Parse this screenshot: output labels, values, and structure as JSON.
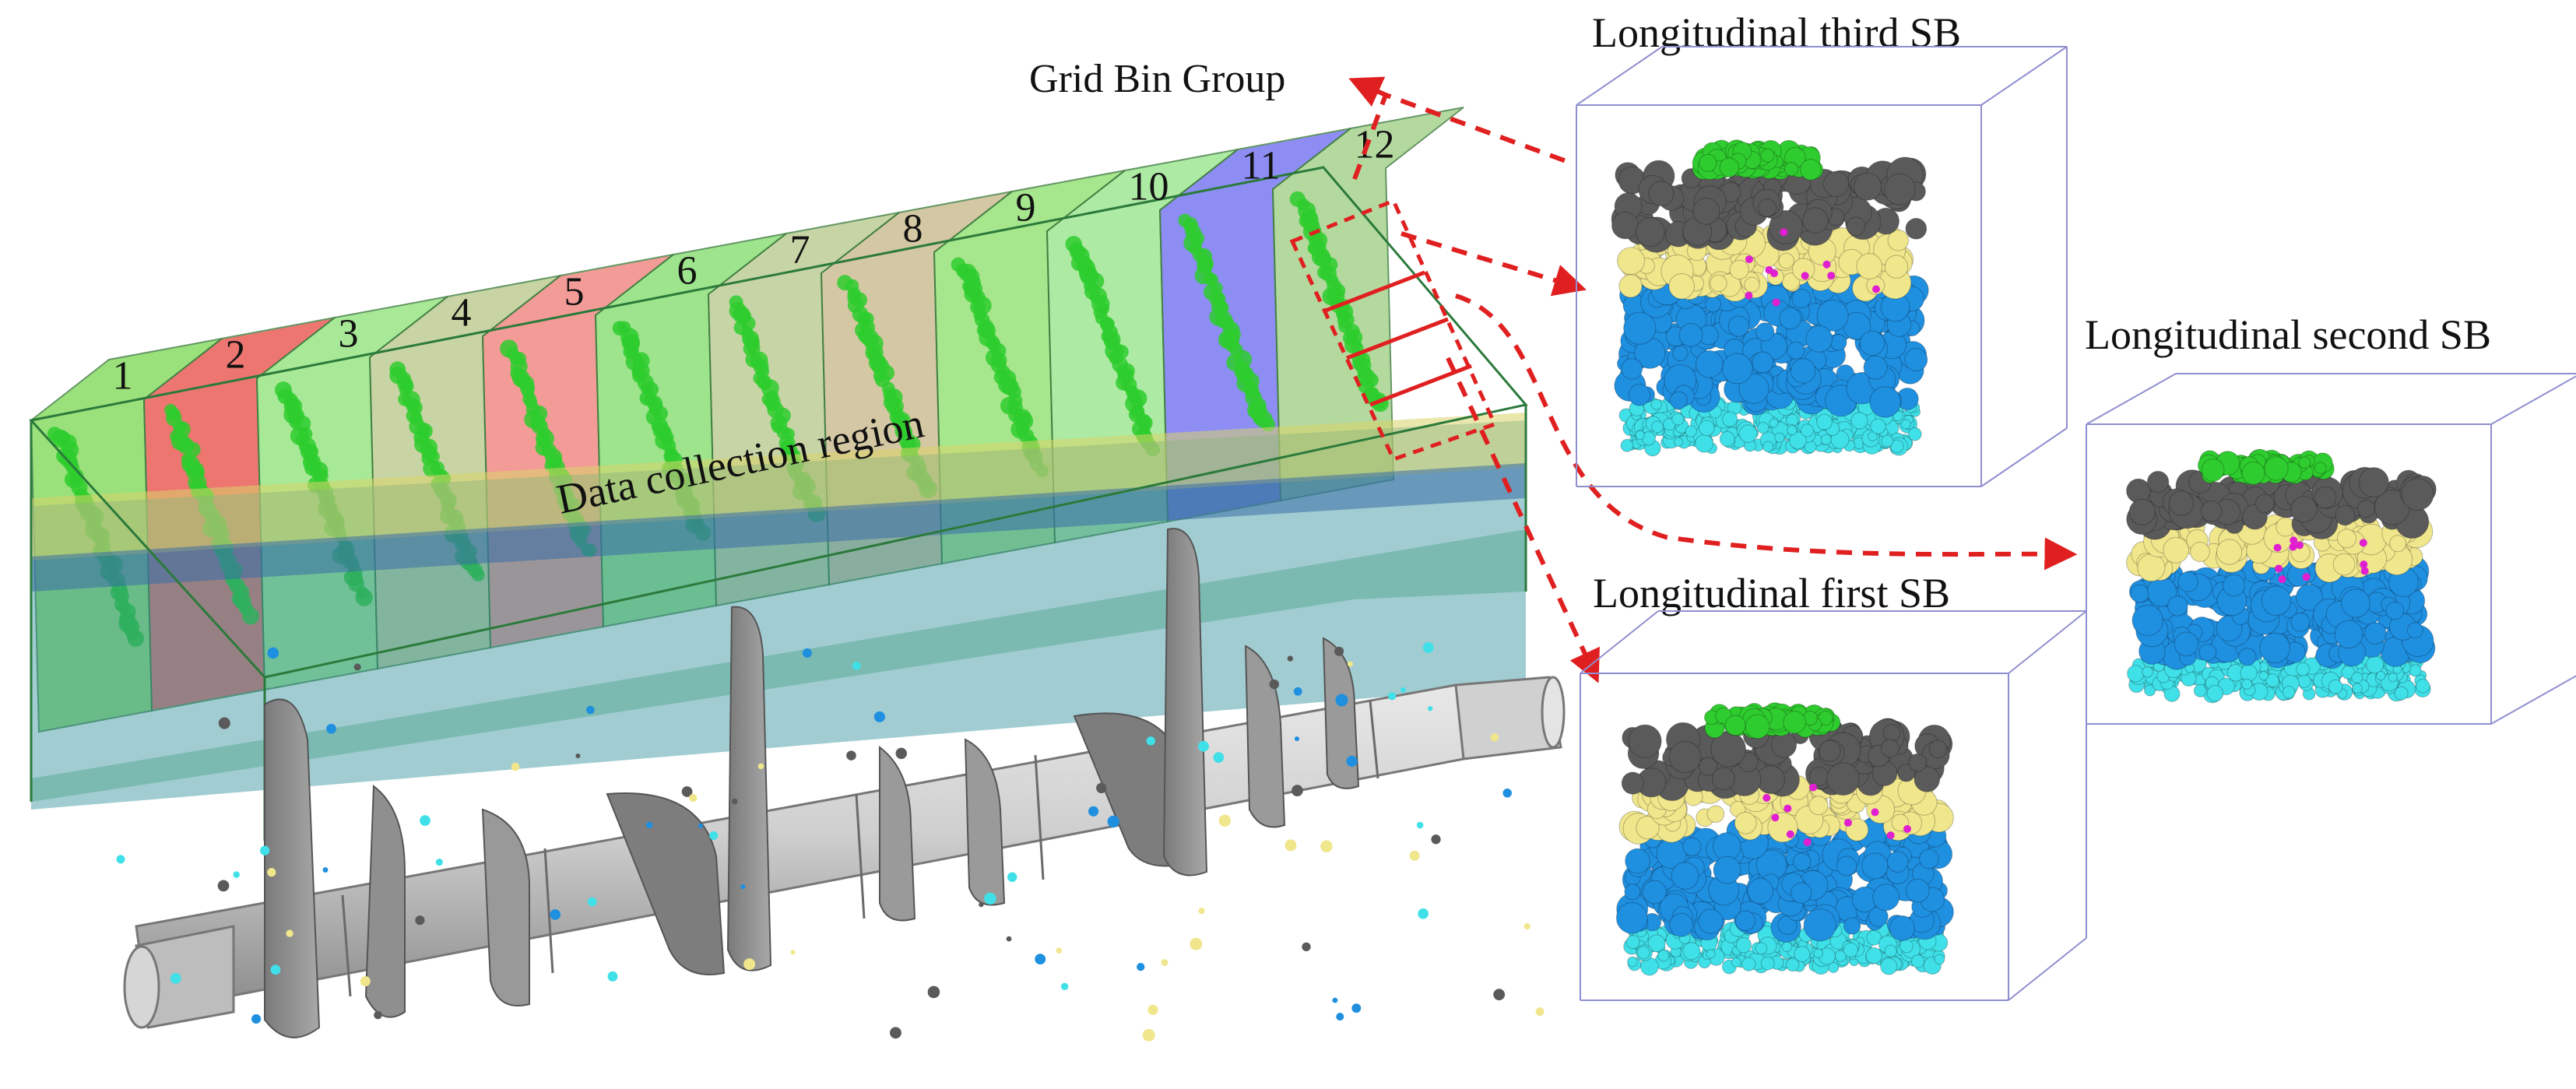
{
  "labels": {
    "grid_bin_group": "Grid Bin Group",
    "data_collection_region": "Data collection region",
    "longitudinal_third": "Longitudinal third SB",
    "longitudinal_second": "Longitudinal second SB",
    "longitudinal_first": "Longitudinal first SB"
  },
  "bins": [
    {
      "number": "1",
      "color": "#7ed957"
    },
    {
      "number": "2",
      "color": "#e8504a"
    },
    {
      "number": "3",
      "color": "#8fe37a"
    },
    {
      "number": "4",
      "color": "#b9c98a"
    },
    {
      "number": "5",
      "color": "#f07f7a"
    },
    {
      "number": "6",
      "color": "#82dd6c"
    },
    {
      "number": "7",
      "color": "#b8c98c"
    },
    {
      "number": "8",
      "color": "#c9b88a"
    },
    {
      "number": "9",
      "color": "#8ee06c"
    },
    {
      "number": "10",
      "color": "#97e58a"
    },
    {
      "number": "11",
      "color": "#6e6ef2"
    },
    {
      "number": "12",
      "color": "#9fcf85"
    }
  ],
  "colors": {
    "arrow": "#e02020",
    "particle_green": "#2ecc2e",
    "particle_gray": "#5a5a5a",
    "particle_yellow": "#f0e68c",
    "particle_blue": "#1f8fe0",
    "particle_cyan": "#3fe0e8",
    "particle_magenta": "#e020d0",
    "shaft": "#c8c8c8"
  }
}
